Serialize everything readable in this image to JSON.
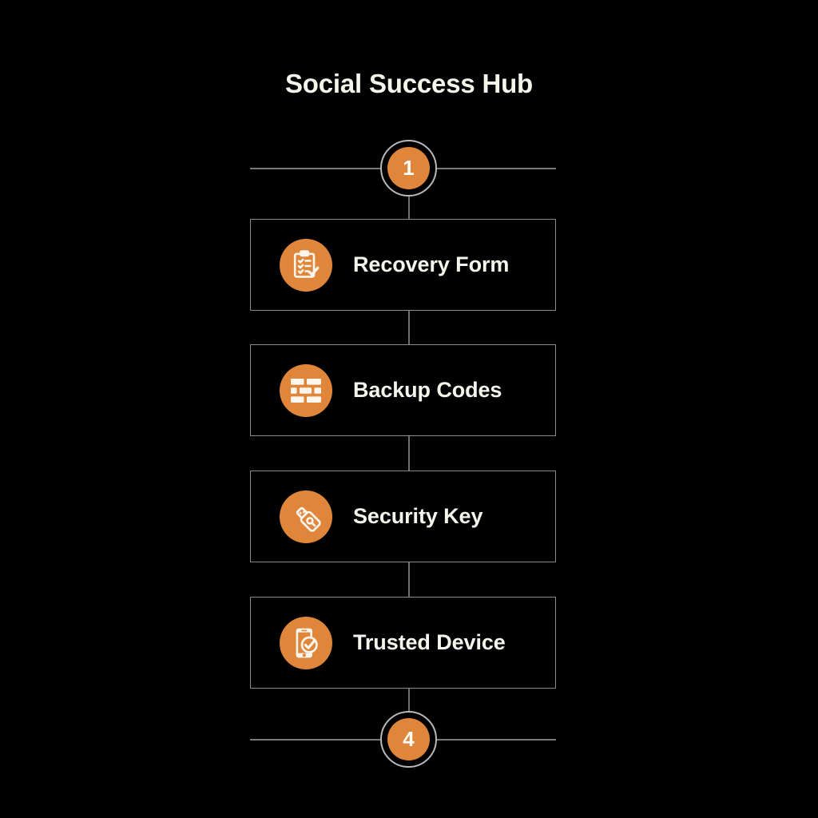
{
  "header": {
    "title": "Social Success Hub"
  },
  "theme": {
    "background": "#000000",
    "accent": "#E0863A",
    "text": "#F6F5EC",
    "line": "#7A7A7A",
    "card_border": "#8A8A8A",
    "marker_ring": "#B9B9B9",
    "marker_number": "#FFFFFF"
  },
  "flow": {
    "start_marker": {
      "number": "1"
    },
    "end_marker": {
      "number": "4"
    },
    "steps": [
      {
        "label": "Recovery Form",
        "icon": "clipboard-checklist-icon"
      },
      {
        "label": "Backup Codes",
        "icon": "brick-grid-icon"
      },
      {
        "label": "Security Key",
        "icon": "usb-key-icon"
      },
      {
        "label": "Trusted Device",
        "icon": "phone-check-icon"
      }
    ]
  }
}
